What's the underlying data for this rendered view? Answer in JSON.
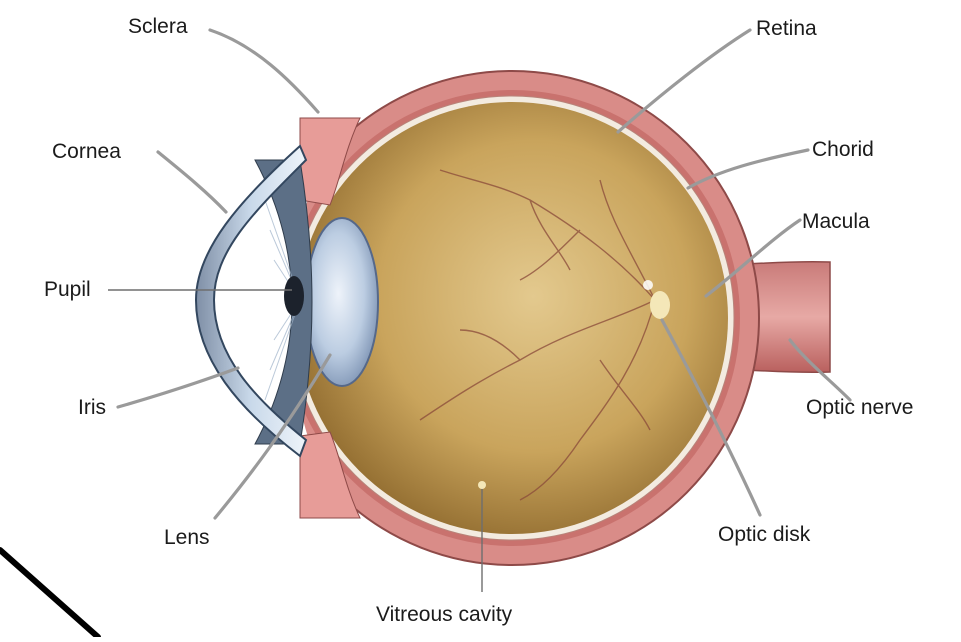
{
  "diagram": {
    "labels": {
      "sclera": "Sclera",
      "retina": "Retina",
      "cornea": "Cornea",
      "chorid": "Chorid",
      "macula": "Macula",
      "pupil": "Pupil",
      "iris": "Iris",
      "optic_nerve": "Optic nerve",
      "lens": "Lens",
      "optic_disk": "Optic disk",
      "vitreous_cavity": "Vitreous cavity"
    },
    "colors": {
      "sclera": "#d98c88",
      "vitreous": "#c9a45c",
      "lens": "#b8c9de",
      "cornea": "#cfe0ee",
      "iris": "#5c6f86",
      "leader_lines": "#9a9a9a"
    }
  }
}
